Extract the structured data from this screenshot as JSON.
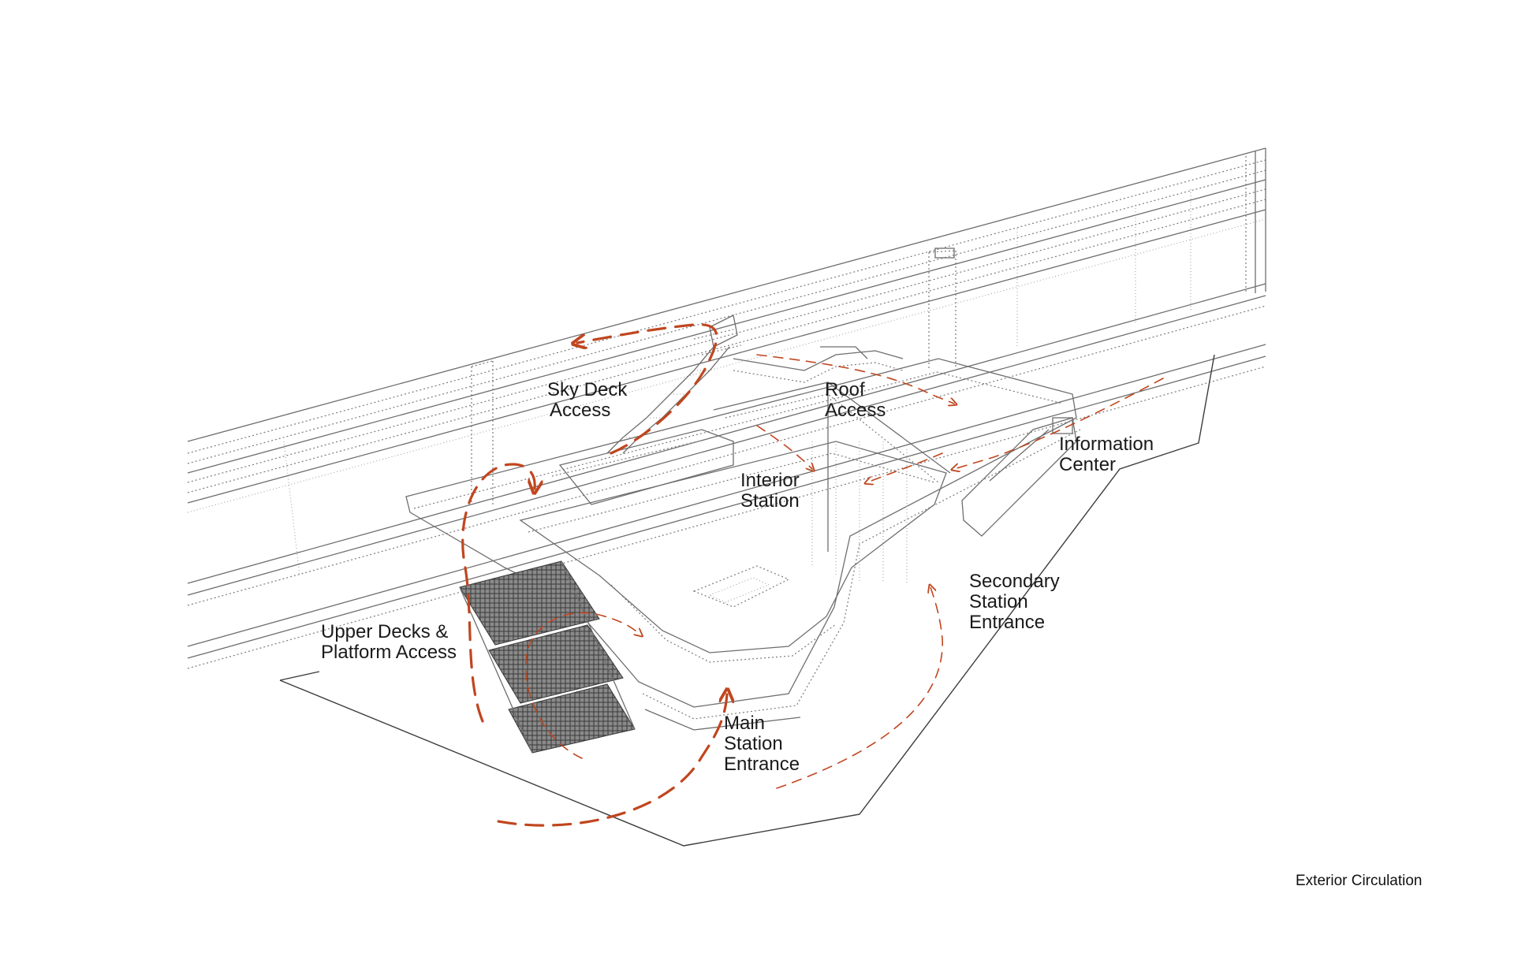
{
  "colors": {
    "circulation": "#c0461f",
    "structure": "#6e6e6e",
    "ground": "#3c3c3c",
    "stair_fill": "#5a5a5a"
  },
  "labels": {
    "sky_deck": [
      "Sky Deck",
      "Access"
    ],
    "roof": [
      "Roof",
      "Access"
    ],
    "information": [
      "Information",
      "Center"
    ],
    "interior": [
      "Interior",
      "Station"
    ],
    "secondary": [
      "Secondary",
      "Station",
      "Entrance"
    ],
    "upper_decks": [
      "Upper Decks &",
      "Platform Access"
    ],
    "main": [
      "Main",
      "Station",
      "Entrance"
    ]
  },
  "caption": "Exterior Circulation"
}
